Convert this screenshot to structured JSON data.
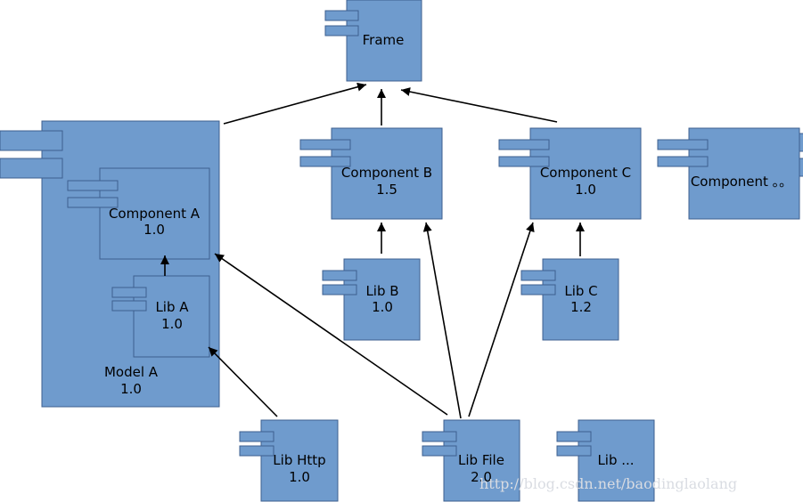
{
  "colors": {
    "box_fill": "#6f9bcd",
    "box_stroke": "#3d5f8f",
    "inner_stroke": "#3d5f8f",
    "arrow": "#000000",
    "watermark": "#d9dce2"
  },
  "components": {
    "frame": {
      "name": "Frame",
      "version": ""
    },
    "model_a": {
      "name": "Model A",
      "version": "1.0"
    },
    "component_a": {
      "name": "Component A",
      "version": "1.0"
    },
    "lib_a": {
      "name": "Lib A",
      "version": "1.0"
    },
    "component_b": {
      "name": "Component B",
      "version": "1.5"
    },
    "component_c": {
      "name": "Component C",
      "version": "1.0"
    },
    "component_more": {
      "name": "Component 。。",
      "version": ""
    },
    "lib_b": {
      "name": "Lib B",
      "version": "1.0"
    },
    "lib_c": {
      "name": "Lib C",
      "version": "1.2"
    },
    "lib_http": {
      "name": "Lib Http",
      "version": "1.0"
    },
    "lib_file": {
      "name": "Lib File",
      "version": "2.0"
    },
    "lib_more": {
      "name": "Lib ...",
      "version": ""
    }
  },
  "dependencies": [
    {
      "from": "model_a",
      "to": "frame"
    },
    {
      "from": "component_b",
      "to": "frame"
    },
    {
      "from": "component_c",
      "to": "frame"
    },
    {
      "from": "lib_a",
      "to": "component_a"
    },
    {
      "from": "lib_b",
      "to": "component_b"
    },
    {
      "from": "lib_c",
      "to": "component_c"
    },
    {
      "from": "lib_http",
      "to": "lib_a"
    },
    {
      "from": "lib_file",
      "to": "component_a"
    },
    {
      "from": "lib_file",
      "to": "component_b"
    },
    {
      "from": "lib_file",
      "to": "component_c"
    }
  ],
  "watermark": "http://blog.csdn.net/baodinglaolang"
}
